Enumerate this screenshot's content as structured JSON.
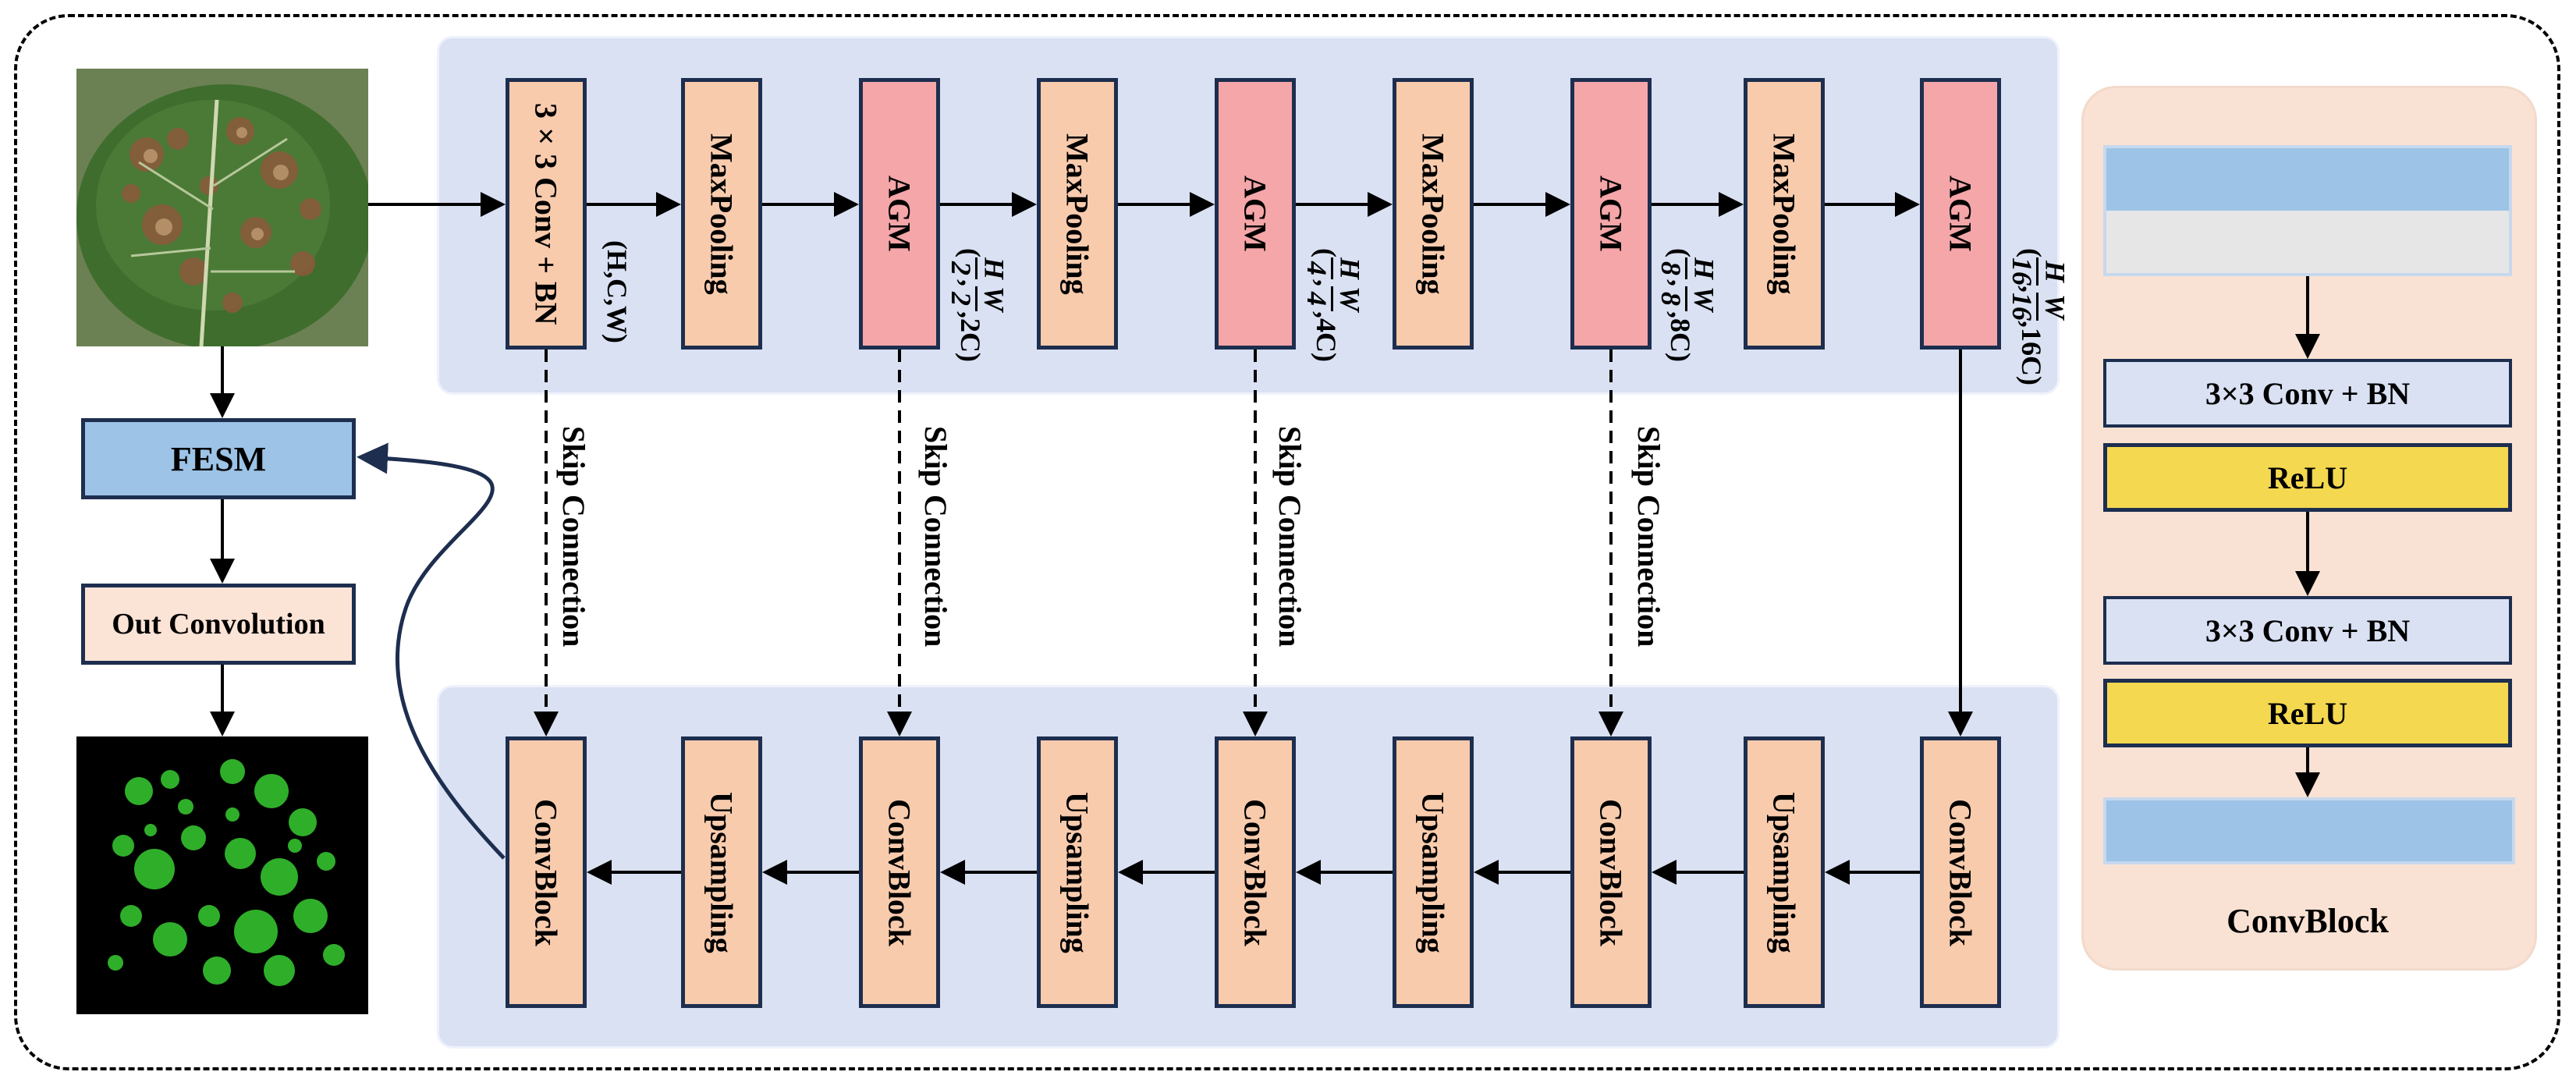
{
  "encoder": {
    "blocks": [
      {
        "label": "3×3 Conv + BN",
        "kind": "conv"
      },
      {
        "label": "MaxPooling",
        "kind": "pool"
      },
      {
        "label": "AGM",
        "kind": "agm"
      },
      {
        "label": "MaxPooling",
        "kind": "pool"
      },
      {
        "label": "AGM",
        "kind": "agm"
      },
      {
        "label": "MaxPooling",
        "kind": "pool"
      },
      {
        "label": "AGM",
        "kind": "agm"
      },
      {
        "label": "MaxPooling",
        "kind": "pool"
      },
      {
        "label": "AGM",
        "kind": "agm"
      }
    ],
    "dims": [
      {
        "text": "(H,C,W)"
      },
      {
        "num_h": "H",
        "num_w": "W",
        "den": "2",
        "ch": "2C"
      },
      {
        "num_h": "H",
        "num_w": "W",
        "den": "4",
        "ch": "4C"
      },
      {
        "num_h": "H",
        "num_w": "W",
        "den": "8",
        "ch": "8C"
      },
      {
        "num_h": "H",
        "num_w": "W",
        "den": "16",
        "ch": "16C"
      }
    ]
  },
  "decoder": {
    "blocks": [
      {
        "label": "ConvBlock"
      },
      {
        "label": "Upsampling"
      },
      {
        "label": "ConvBlock"
      },
      {
        "label": "Upsampling"
      },
      {
        "label": "ConvBlock"
      },
      {
        "label": "Upsampling"
      },
      {
        "label": "ConvBlock"
      },
      {
        "label": "Upsampling"
      },
      {
        "label": "ConvBlock"
      }
    ]
  },
  "skip_label": "Skip Connection",
  "left_column": {
    "fesm": "FESM",
    "out_conv": "Out Convolution"
  },
  "convblock_detail": {
    "title": "ConvBlock",
    "conv1": "3×3 Conv + BN",
    "relu1": "ReLU",
    "conv2": "3×3 Conv + BN",
    "relu2": "ReLU"
  },
  "colors": {
    "panel": "#dae1f3",
    "peach_block": "#f8cbad",
    "agm_block": "#f4a6a8",
    "fesm": "#9dc3e6",
    "relu": "#f4d84f",
    "border": "#1d2e4f"
  }
}
